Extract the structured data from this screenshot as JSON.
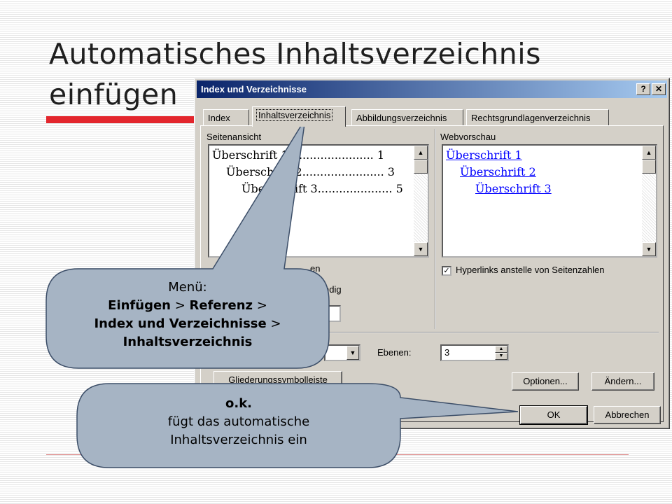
{
  "slide": {
    "title_line1": "Automatisches Inhaltsverzeichnis",
    "title_line2": "einfügen"
  },
  "dialog": {
    "title": "Index und Verzeichnisse",
    "help_button": "?",
    "close_button": "✕",
    "tabs": [
      {
        "label": "Index",
        "active": false
      },
      {
        "label": "Inhaltsverzeichnis",
        "active": true
      },
      {
        "label": "Abbildungsverzeichnis",
        "active": false
      },
      {
        "label": "Rechtsgrundlagenverzeichnis",
        "active": false
      }
    ],
    "print_preview": {
      "label": "Seitenansicht",
      "lines": [
        {
          "text": "Überschrift 1",
          "dots": "........................",
          "page": "1"
        },
        {
          "text": "Überschrift 2",
          "dots": ".......................",
          "page": "3"
        },
        {
          "text": "Überschrift 3",
          "dots": ".....................",
          "page": "5"
        }
      ]
    },
    "web_preview": {
      "label": "Webvorschau",
      "lines": [
        "Überschrift 1",
        "Überschrift 2",
        "Überschrift 3"
      ]
    },
    "partial_option_1": "en",
    "partial_option_2": "ndig",
    "hyperlinks_checkbox": {
      "label": "Hyperlinks anstelle von Seitenzahlen",
      "checked": true
    },
    "levels": {
      "label": "Ebenen:",
      "value": "3"
    },
    "buttons": {
      "outline_toolbar": "Gliederungssymbolleiste",
      "options": "Optionen...",
      "modify": "Ändern...",
      "ok": "OK",
      "cancel": "Abbrechen"
    }
  },
  "callouts": {
    "menu": {
      "line1": "Menü:",
      "line2_a": "Einfügen",
      "sep1": " > ",
      "line2_b": "Referenz",
      "sep2": " >",
      "line3_a": "Index und Verzeichnisse",
      "sep3": " >",
      "line4": "Inhaltsverzeichnis"
    },
    "ok": {
      "line1": "o.k.",
      "line2": "fügt das automatische",
      "line3": "Inhaltsverzeichnis ein"
    }
  },
  "colors": {
    "accent_red": "#e3262d",
    "callout_fill": "#a6b4c4",
    "titlebar_start": "#0a246a",
    "link_blue": "#0000ff"
  }
}
